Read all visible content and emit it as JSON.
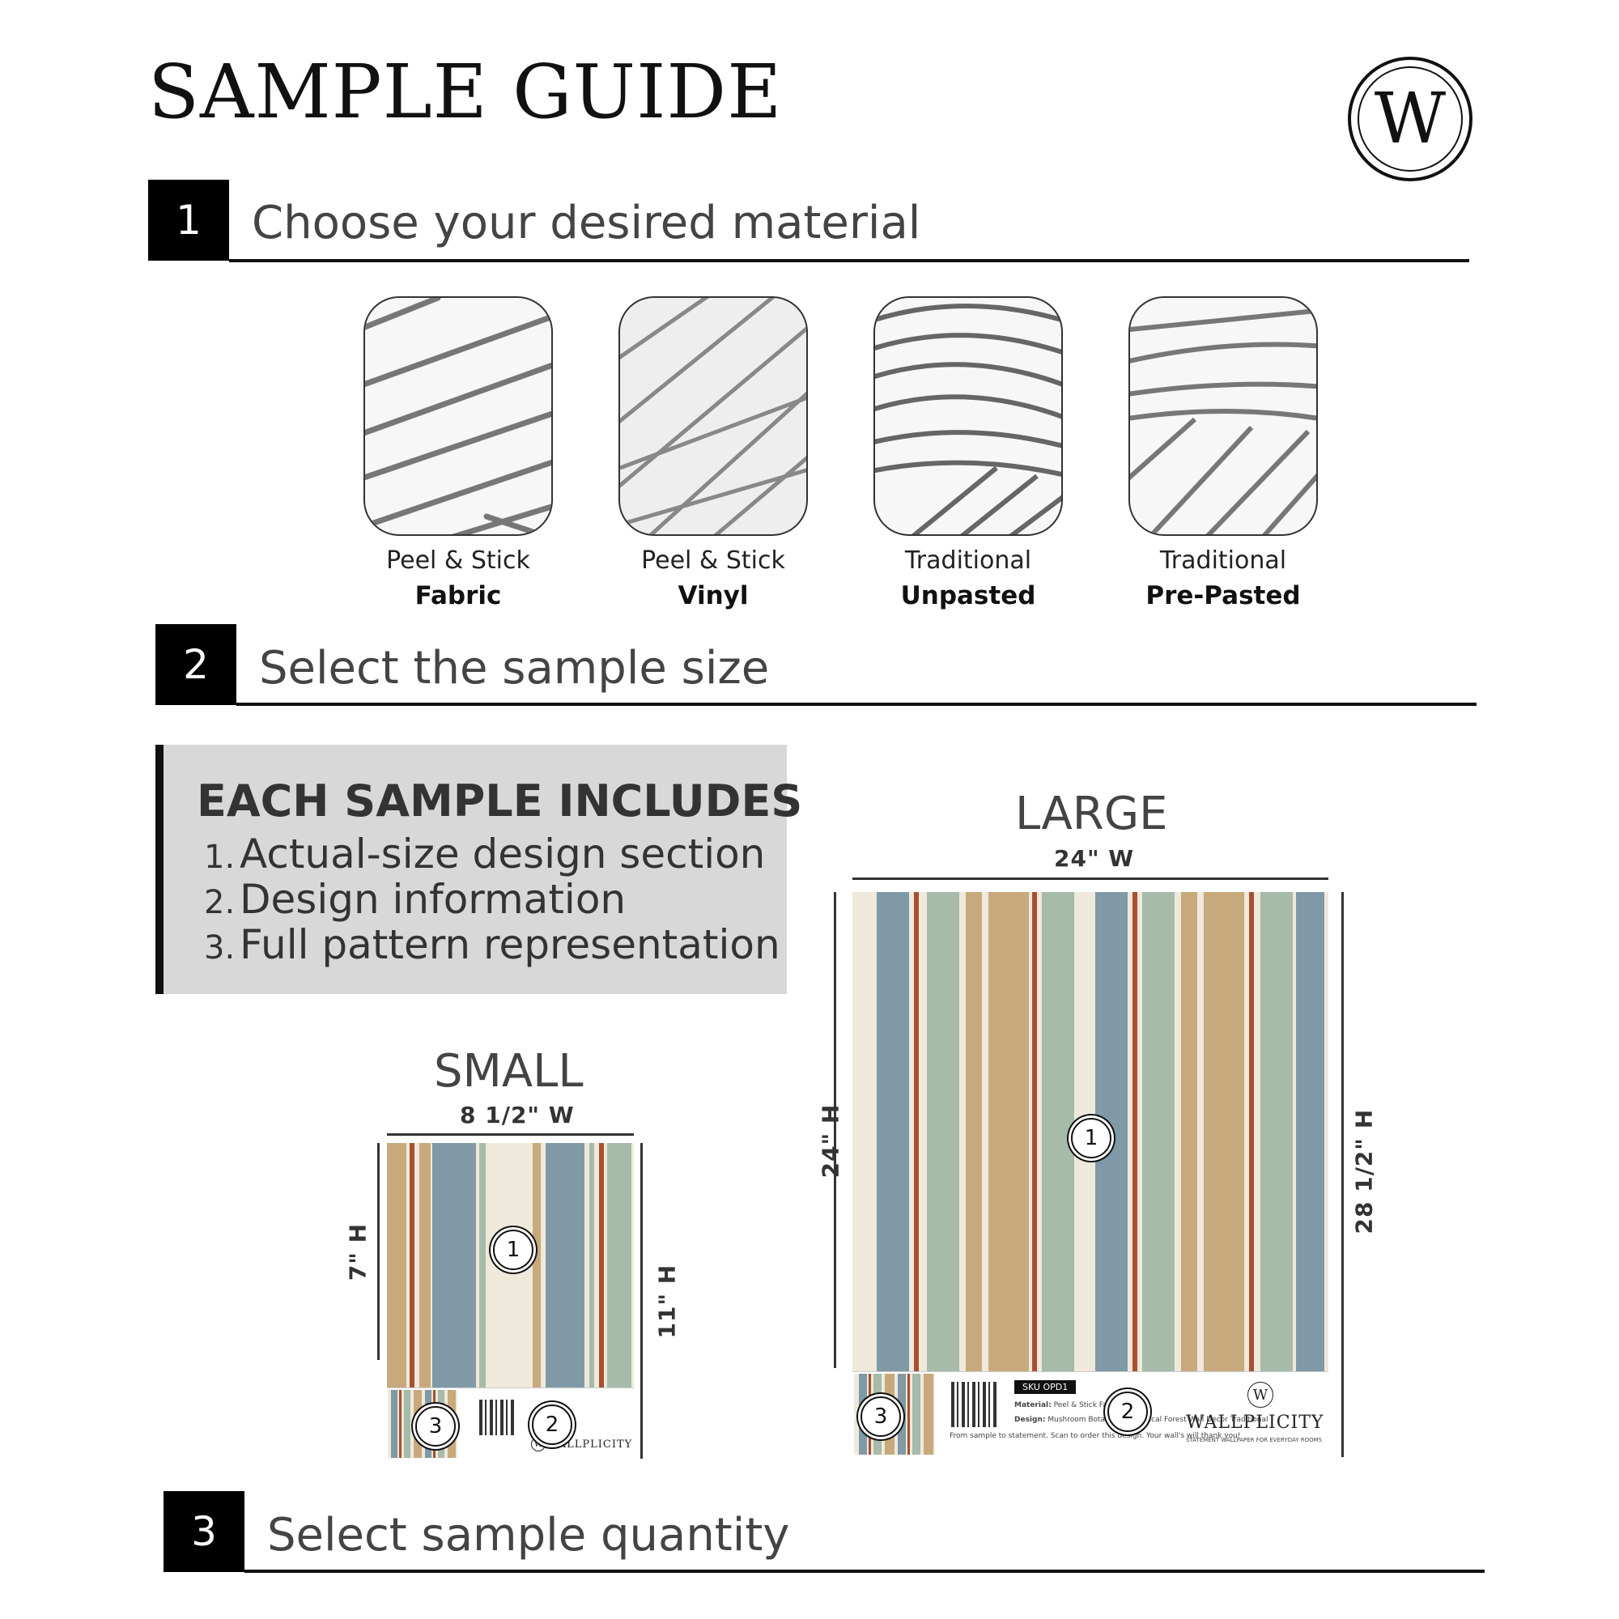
{
  "title": "SAMPLE GUIDE",
  "logo_letter": "W",
  "steps": [
    {
      "num": "1",
      "text": "Choose your desired material"
    },
    {
      "num": "2",
      "text": "Select the sample size"
    },
    {
      "num": "3",
      "text": "Select sample quantity"
    }
  ],
  "materials": [
    {
      "top": "Peel & Stick",
      "bottom": "Fabric"
    },
    {
      "top": "Peel & Stick",
      "bottom": "Vinyl"
    },
    {
      "top": "Traditional",
      "bottom": "Unpasted"
    },
    {
      "top": "Traditional",
      "bottom": "Pre-Pasted"
    }
  ],
  "includes": {
    "heading": "EACH SAMPLE INCLUDES",
    "items": [
      {
        "num": "1.",
        "text": "Actual-size design section"
      },
      {
        "num": "2.",
        "text": "Design information"
      },
      {
        "num": "3.",
        "text": "Full pattern representation"
      }
    ]
  },
  "small": {
    "label": "SMALL",
    "width": "8 1/2\" W",
    "section_height": "7\" H",
    "total_height": "11\" H"
  },
  "large": {
    "label": "LARGE",
    "width": "24\" W",
    "section_height": "24\" H",
    "total_height": "28 1/2\" H"
  },
  "callouts": [
    "1",
    "2",
    "3"
  ],
  "sample_card": {
    "sku": "SKU OPD1",
    "material_label": "Material:",
    "material_value": "Peel & Stick Fabric",
    "design_label": "Design:",
    "design_value": "Mushroom Botanical Whimsical Forest Wall Decor Traditional",
    "qr_note": "From sample to statement. Scan to order this design. Your wall's will thank you!",
    "brand": "WALLPLICITY",
    "tagline": "STATEMENT WALLPAPER FOR EVERYDAY ROOMS"
  },
  "colors": {
    "stripe_blue": "#7f9aa6",
    "stripe_sage": "#a6bba9",
    "stripe_tan": "#c8a97c",
    "stripe_cream": "#efe9dc",
    "stripe_rust": "#a7502f"
  }
}
